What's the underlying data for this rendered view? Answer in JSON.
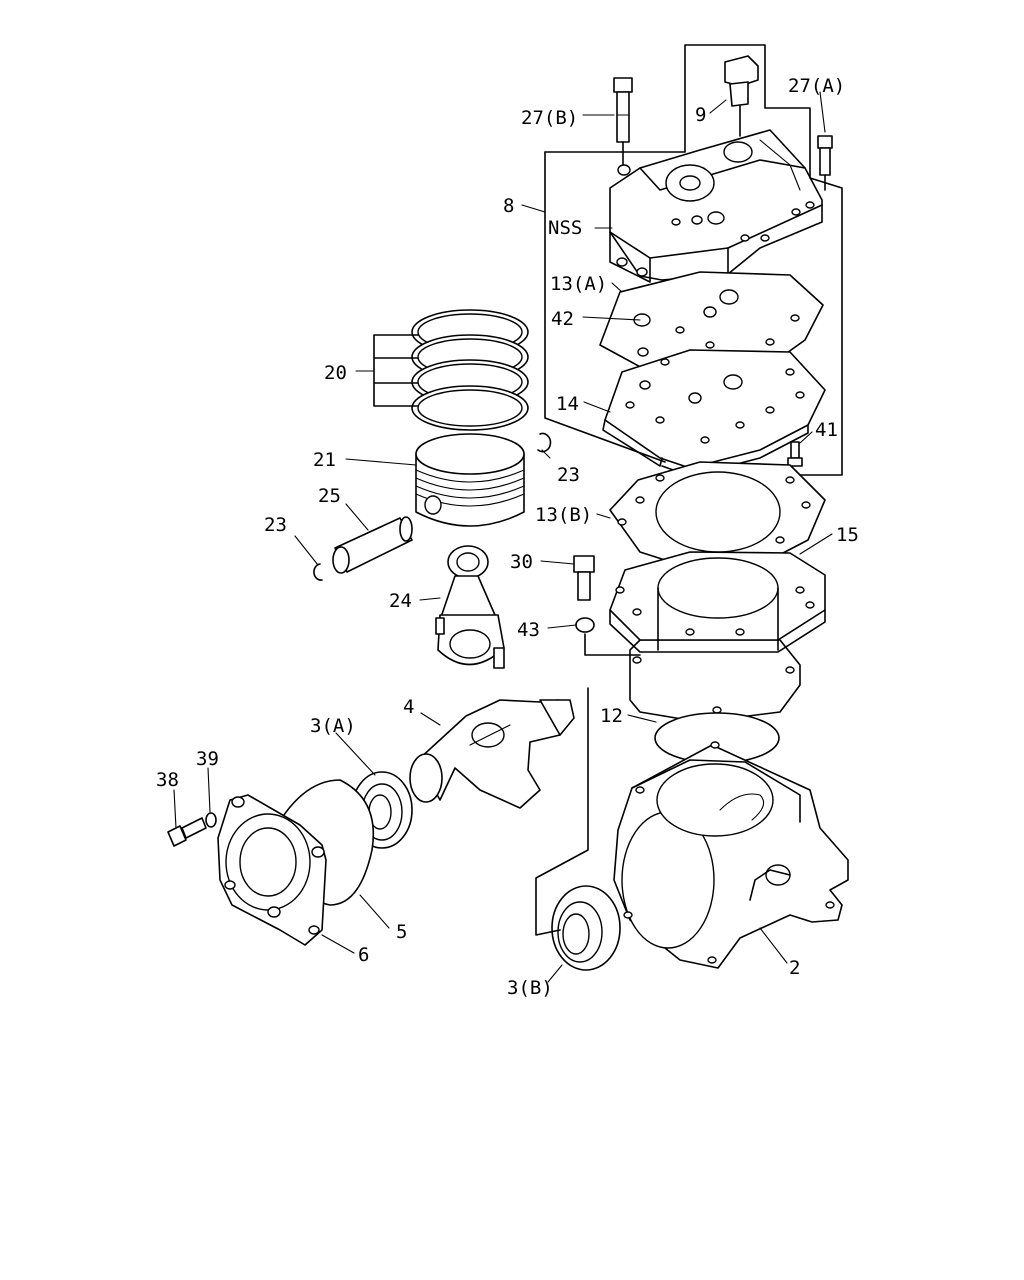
{
  "labels": {
    "l27b": "27(B)",
    "l9": "9",
    "l27a": "27(A)",
    "l8": "8",
    "lnss": "NSS",
    "l13a": "13(A)",
    "l42": "42",
    "l14": "14",
    "l41": "41",
    "l20": "20",
    "l21": "21",
    "l23a": "23",
    "l23b": "23",
    "l25": "25",
    "l13b": "13(B)",
    "l15": "15",
    "l30": "30",
    "l24": "24",
    "l43": "43",
    "l12": "12",
    "l4": "4",
    "l3a": "3(A)",
    "l39": "39",
    "l38": "38",
    "l5": "5",
    "l6": "6",
    "l2": "2",
    "l3b": "3(B)"
  }
}
